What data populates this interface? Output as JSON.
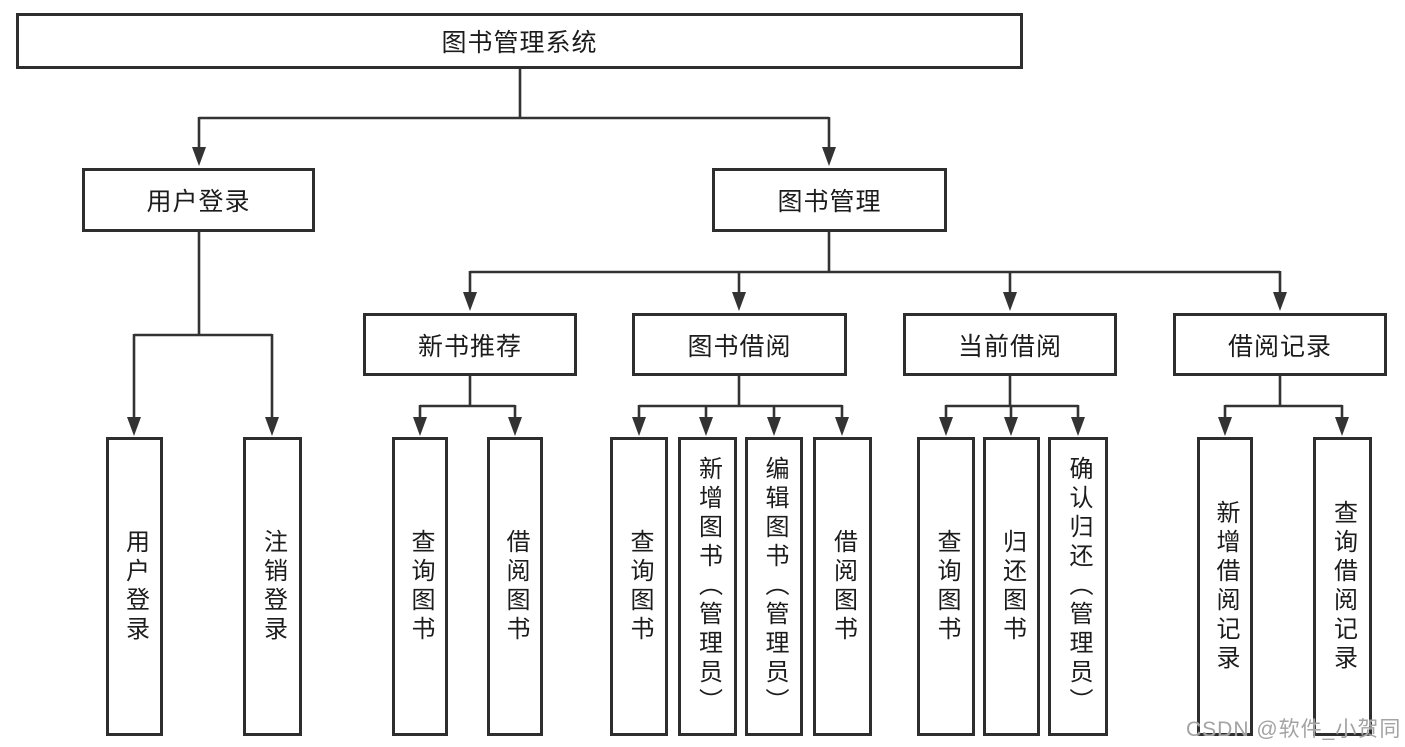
{
  "colors": {
    "line": "#333333",
    "border": "#2e2e2e",
    "text": "#1c1c1c",
    "background": "#ffffff",
    "watermark": "#a3a3a3"
  },
  "watermark": "CSDN @软件_小贺同学",
  "tree": {
    "label": "图书管理系统",
    "children": [
      {
        "label": "用户登录",
        "children": [
          {
            "label": "用户登录"
          },
          {
            "label": "注销登录"
          }
        ]
      },
      {
        "label": "图书管理",
        "children": [
          {
            "label": "新书推荐",
            "children": [
              {
                "label": "查询图书"
              },
              {
                "label": "借阅图书"
              }
            ]
          },
          {
            "label": "图书借阅",
            "children": [
              {
                "label": "查询图书"
              },
              {
                "label": "新增图书（管理员）"
              },
              {
                "label": "编辑图书（管理员）"
              },
              {
                "label": "借阅图书"
              }
            ]
          },
          {
            "label": "当前借阅",
            "children": [
              {
                "label": "查询图书"
              },
              {
                "label": "归还图书"
              },
              {
                "label": "确认归还（管理员）"
              }
            ]
          },
          {
            "label": "借阅记录",
            "children": [
              {
                "label": "新增借阅记录"
              },
              {
                "label": "查询借阅记录"
              }
            ]
          }
        ]
      }
    ]
  }
}
